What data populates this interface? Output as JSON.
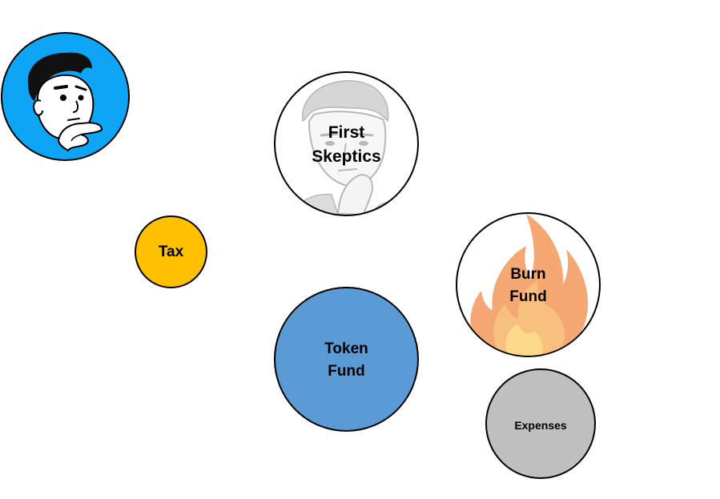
{
  "diagram": {
    "nodes": [
      {
        "id": "user-avatar",
        "label": "",
        "fill": "#0EA5F7",
        "icon": "thinking-man-icon"
      },
      {
        "id": "first-skeptics",
        "label": "First\nSkeptics",
        "fill": "#ffffff",
        "icon": "thinking-man-icon"
      },
      {
        "id": "tax",
        "label": "Tax",
        "fill": "#FFC000"
      },
      {
        "id": "burn-fund",
        "label": "Burn\nFund",
        "fill": "#ffffff",
        "icon": "flame-icon"
      },
      {
        "id": "token-fund",
        "label": "Token\nFund",
        "fill": "#5B9BD5"
      },
      {
        "id": "expenses",
        "label": "Expenses",
        "fill": "#BFBFBF"
      }
    ]
  }
}
